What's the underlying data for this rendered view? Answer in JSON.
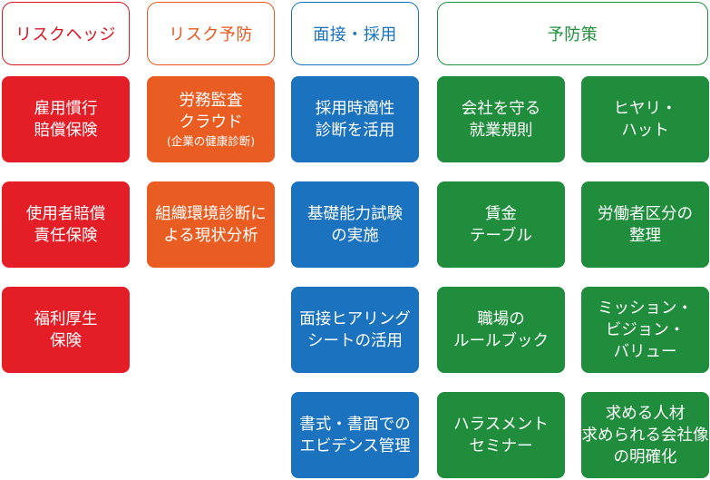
{
  "colors": {
    "red": "#e41e27",
    "orange": "#ea5d22",
    "blue": "#1b72be",
    "green": "#1f8d3c"
  },
  "headers": {
    "risk_hedge": "リスクヘッジ",
    "risk_prevention": "リスク予防",
    "interview_hiring": "面接・採用",
    "prevention_measures": "予防策"
  },
  "risk_hedge": {
    "items": [
      {
        "lines": [
          "雇用慣行",
          "賠償保険"
        ]
      },
      {
        "lines": [
          "使用者賠償",
          "責任保険"
        ]
      },
      {
        "lines": [
          "福利厚生",
          "保険"
        ]
      }
    ]
  },
  "risk_prevention": {
    "items": [
      {
        "lines": [
          "労務監査",
          "クラウド"
        ],
        "note": "(企業の健康診断)"
      },
      {
        "lines": [
          "組織環境診断に",
          "よる現状分析"
        ]
      }
    ]
  },
  "interview_hiring": {
    "items": [
      {
        "lines": [
          "採用時適性",
          "診断を活用"
        ]
      },
      {
        "lines": [
          "基礎能力試験",
          "の実施"
        ]
      },
      {
        "lines": [
          "面接ヒアリング",
          "シートの活用"
        ]
      },
      {
        "lines": [
          "書式・書面での",
          "エビデンス管理"
        ]
      }
    ]
  },
  "prevention_measures": {
    "items": [
      {
        "lines": [
          "会社を守る",
          "就業規則"
        ]
      },
      {
        "lines": [
          "ヒヤリ・",
          "ハット"
        ]
      },
      {
        "lines": [
          "賃金",
          "テーブル"
        ]
      },
      {
        "lines": [
          "労働者区分の",
          "整理"
        ]
      },
      {
        "lines": [
          "職場の",
          "ルールブック"
        ]
      },
      {
        "lines": [
          "ミッション・",
          "ビジョン・",
          "バリュー"
        ]
      },
      {
        "lines": [
          "ハラスメント",
          "セミナー"
        ]
      },
      {
        "lines": [
          "求める人材",
          "求められる会社像",
          "の明確化"
        ]
      }
    ]
  }
}
